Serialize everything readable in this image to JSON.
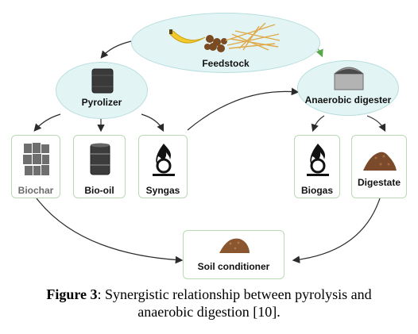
{
  "nodes": {
    "feedstock": "Feedstock",
    "pyrolizer": "Pyrolizer",
    "anaerobic_digester": "Anaerobic digester",
    "biochar": "Biochar",
    "bio_oil": "Bio-oil",
    "syngas": "Syngas",
    "biogas": "Biogas",
    "digestate": "Digestate",
    "soil_conditioner": "Soil conditioner"
  },
  "caption": {
    "label": "Figure 3",
    "text": ": Synergistic relationship between pyrolysis and",
    "text_line2": "anaerobic digestion [10]."
  },
  "colors": {
    "ellipse_fill": "#e3f4f4",
    "ellipse_stroke": "#b7dede",
    "card_stroke": "#b9d9b3",
    "arrow": "#2b2b2b",
    "feed_to_digester_arrow": "#5aa64b"
  }
}
